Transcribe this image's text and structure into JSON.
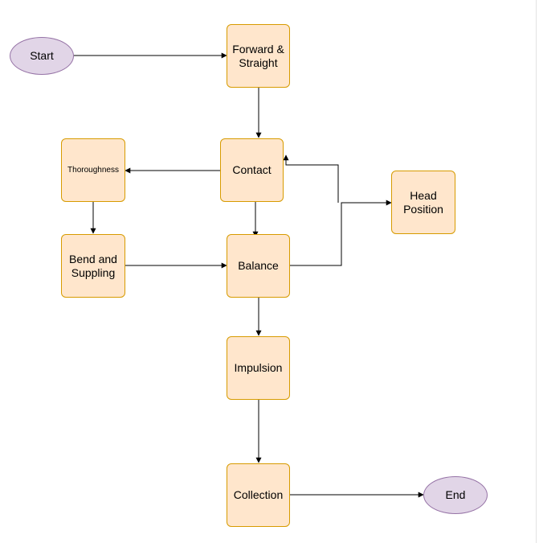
{
  "colors": {
    "process_fill": "#ffe6cc",
    "process_stroke": "#d79b00",
    "terminal_fill": "#e1d5e7",
    "terminal_stroke": "#9673a6",
    "edge": "#000000"
  },
  "nodes": {
    "start": "Start",
    "forward": "Forward &\nStraight",
    "contact": "Contact",
    "thoroughness": "Thoroughness",
    "head_position": "Head\nPosition",
    "bend": "Bend and\nSuppling",
    "balance": "Balance",
    "impulsion": "Impulsion",
    "collection": "Collection",
    "end": "End"
  }
}
